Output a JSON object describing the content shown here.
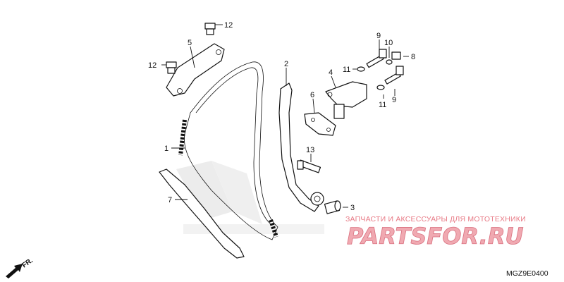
{
  "diagram": {
    "callouts": {
      "c1": "1",
      "c2": "2",
      "c3": "3",
      "c4": "4",
      "c5": "5",
      "c6": "6",
      "c7": "7",
      "c8": "8",
      "c9a": "9",
      "c9b": "9",
      "c10": "10",
      "c11a": "11",
      "c11b": "11",
      "c12a": "12",
      "c12b": "12",
      "c13": "13"
    },
    "direction_label": "FR.",
    "diagram_code": "MGZ9E0400"
  },
  "watermark": {
    "tagline": "ЗАПЧАСТИ И АКСЕССУАРЫ ДЛЯ МОТОТЕХНИКИ",
    "logo": "PARTSFOR.RU",
    "color": "#e87a86"
  }
}
